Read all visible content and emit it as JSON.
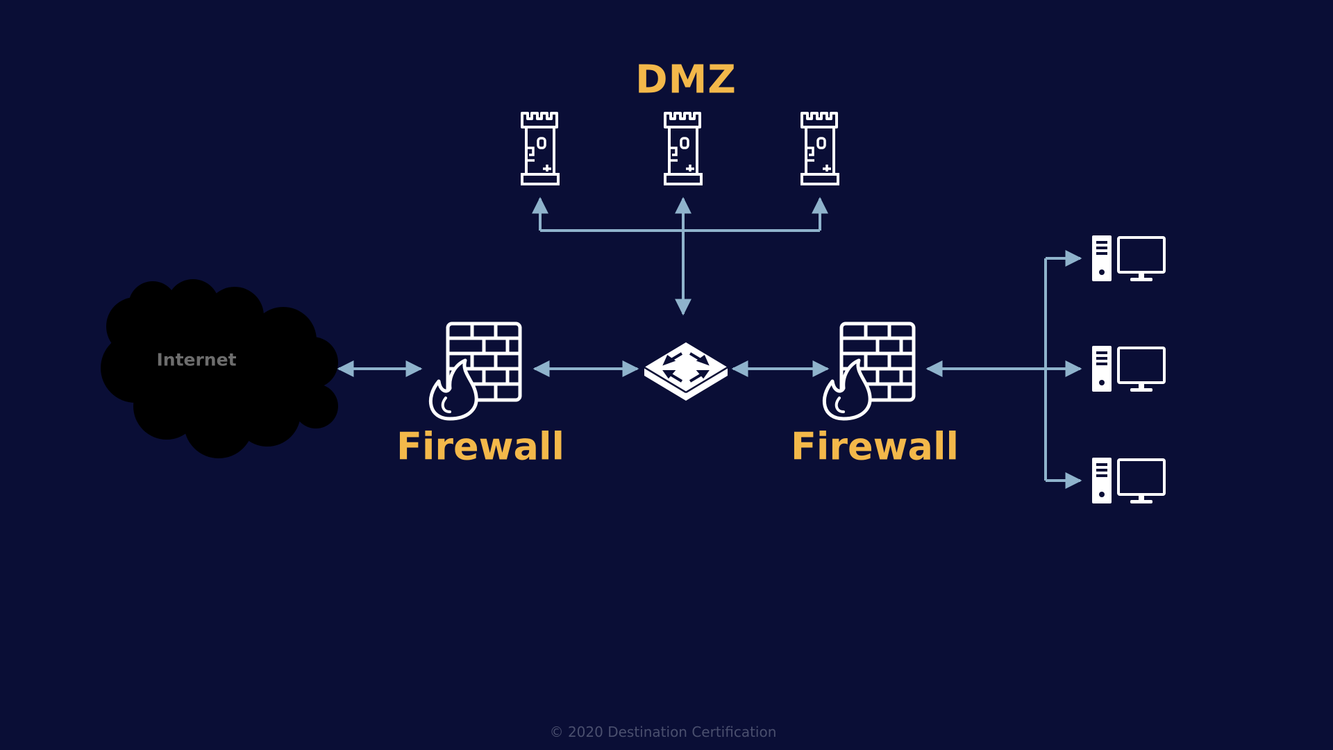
{
  "title": "DMZ",
  "internet_label": "Internet",
  "firewall_left_label": "Firewall",
  "firewall_right_label": "Firewall",
  "footer": "© 2020 Destination Certification",
  "nodes": {
    "internet": "cloud",
    "firewall_left": "firewall-icon",
    "switch": "switch-icon",
    "firewall_right": "firewall-icon",
    "dmz_servers": [
      "tower-icon",
      "tower-icon",
      "tower-icon"
    ],
    "workstations": [
      "workstation-icon",
      "workstation-icon",
      "workstation-icon"
    ]
  },
  "colors": {
    "background": "#0a0e36",
    "accent": "#f3b84a",
    "connector": "#8fb3cc",
    "icon": "#ffffff",
    "cloud": "#000000"
  }
}
